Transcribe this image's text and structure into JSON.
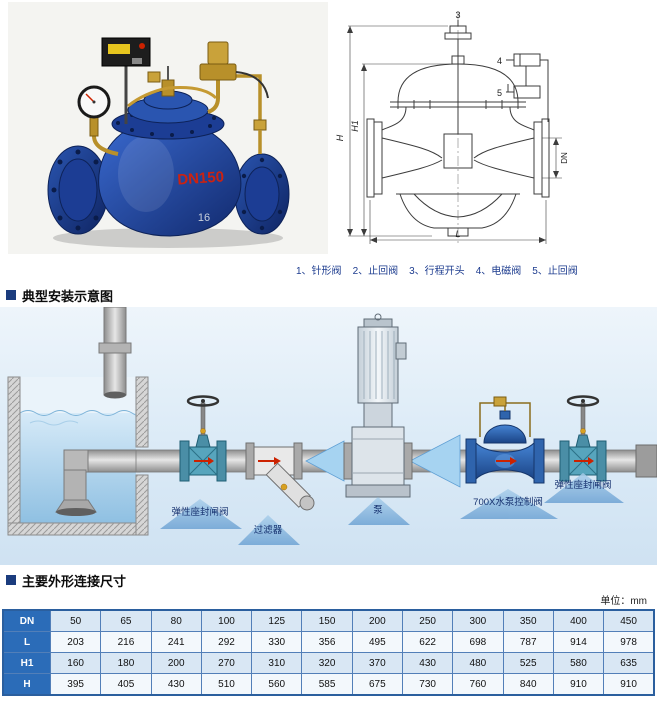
{
  "photo": {
    "stencil": "DN150",
    "rating": "16"
  },
  "drawing": {
    "callouts": {
      "c3": "3",
      "c4": "4",
      "c5": "5"
    },
    "dims": {
      "h": "H",
      "h1": "H1",
      "l": "L",
      "dn": "DN"
    }
  },
  "parts": [
    "1、针形阀",
    "2、止回阀",
    "3、行程开头",
    "4、电磁阀",
    "5、止回阀"
  ],
  "sections": {
    "install_title": "典型安装示意图",
    "dims_title": "主要外形连接尺寸"
  },
  "install": {
    "labels": {
      "gate_left": "弹性座封闸阀",
      "strainer": "过滤器",
      "pump": "泵",
      "control": "700X水泵控制阀",
      "gate_right": "弹性座封闸阀"
    }
  },
  "table": {
    "unit_note": "单位：mm",
    "rows": [
      {
        "label": "DN",
        "values": [
          "50",
          "65",
          "80",
          "100",
          "125",
          "150",
          "200",
          "250",
          "300",
          "350",
          "400",
          "450"
        ]
      },
      {
        "label": "L",
        "values": [
          "203",
          "216",
          "241",
          "292",
          "330",
          "356",
          "495",
          "622",
          "698",
          "787",
          "914",
          "978"
        ]
      },
      {
        "label": "H1",
        "values": [
          "160",
          "180",
          "200",
          "270",
          "310",
          "320",
          "370",
          "430",
          "480",
          "525",
          "580",
          "635"
        ]
      },
      {
        "label": "H",
        "values": [
          "395",
          "405",
          "430",
          "510",
          "560",
          "585",
          "675",
          "730",
          "760",
          "840",
          "910",
          "910"
        ]
      }
    ]
  },
  "colors": {
    "accent_blue": "#2b6cb8",
    "caption_blue": "#1d3c8f",
    "diagram_bg": "#dcebf7",
    "table_row_alt": "#d9e7f4",
    "valve_body_blue": "#1c4486",
    "stencil_red": "#cc2211"
  }
}
